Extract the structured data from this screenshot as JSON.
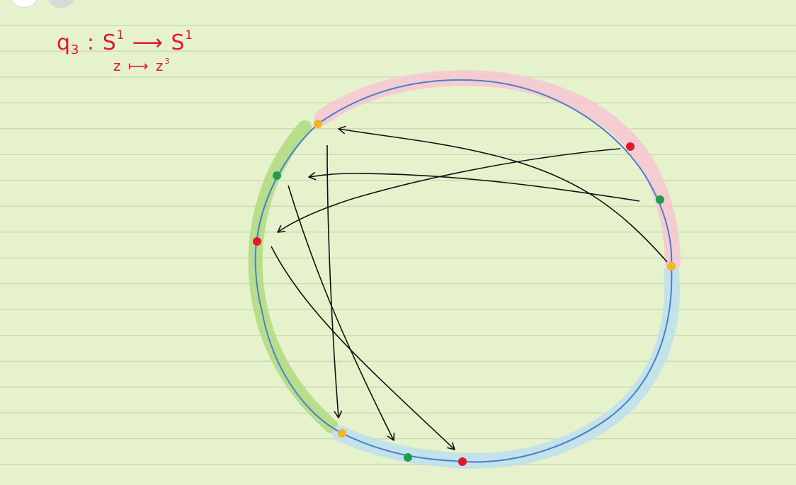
{
  "note": {
    "map_name": "q",
    "map_subscript": "3",
    "domain": "S",
    "domain_exp": "1",
    "codomain": "S",
    "codomain_exp": "1",
    "var": "z",
    "image_base": "z",
    "image_exp": "3"
  },
  "colors": {
    "ink_red": "#e01a2b",
    "circle": "#4a7fd0",
    "highlight_pink": "#f7c6d4",
    "highlight_green": "#b4dc84",
    "highlight_blue": "#bfe0ec",
    "dot_yellow": "#f5b423",
    "dot_green": "#1e9e4a",
    "dot_red": "#e01a2b",
    "arrow": "#111111"
  },
  "icons": [
    "circle-arc",
    "arrow"
  ]
}
